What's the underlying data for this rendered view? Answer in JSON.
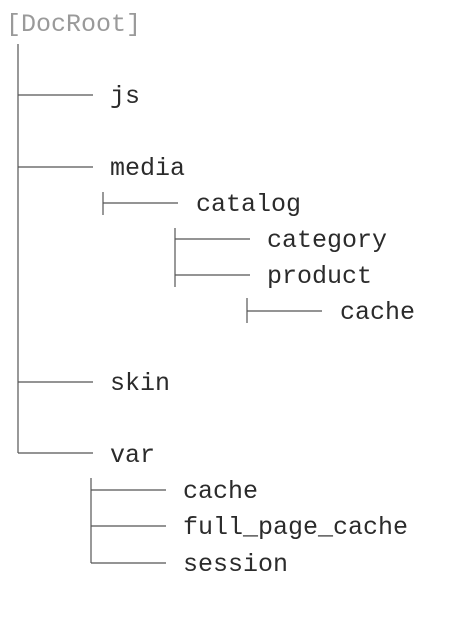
{
  "tree": {
    "root": "[DocRoot]",
    "nodes": {
      "js": "js",
      "media": "media",
      "catalog": "catalog",
      "category": "category",
      "product": "product",
      "product_cache": "cache",
      "skin": "skin",
      "var": "var",
      "var_cache": "cache",
      "full_page_cache": "full_page_cache",
      "session": "session"
    }
  },
  "colors": {
    "text": "#2b2b2b",
    "root_text": "#9a9a9a",
    "lines": "#555555"
  }
}
